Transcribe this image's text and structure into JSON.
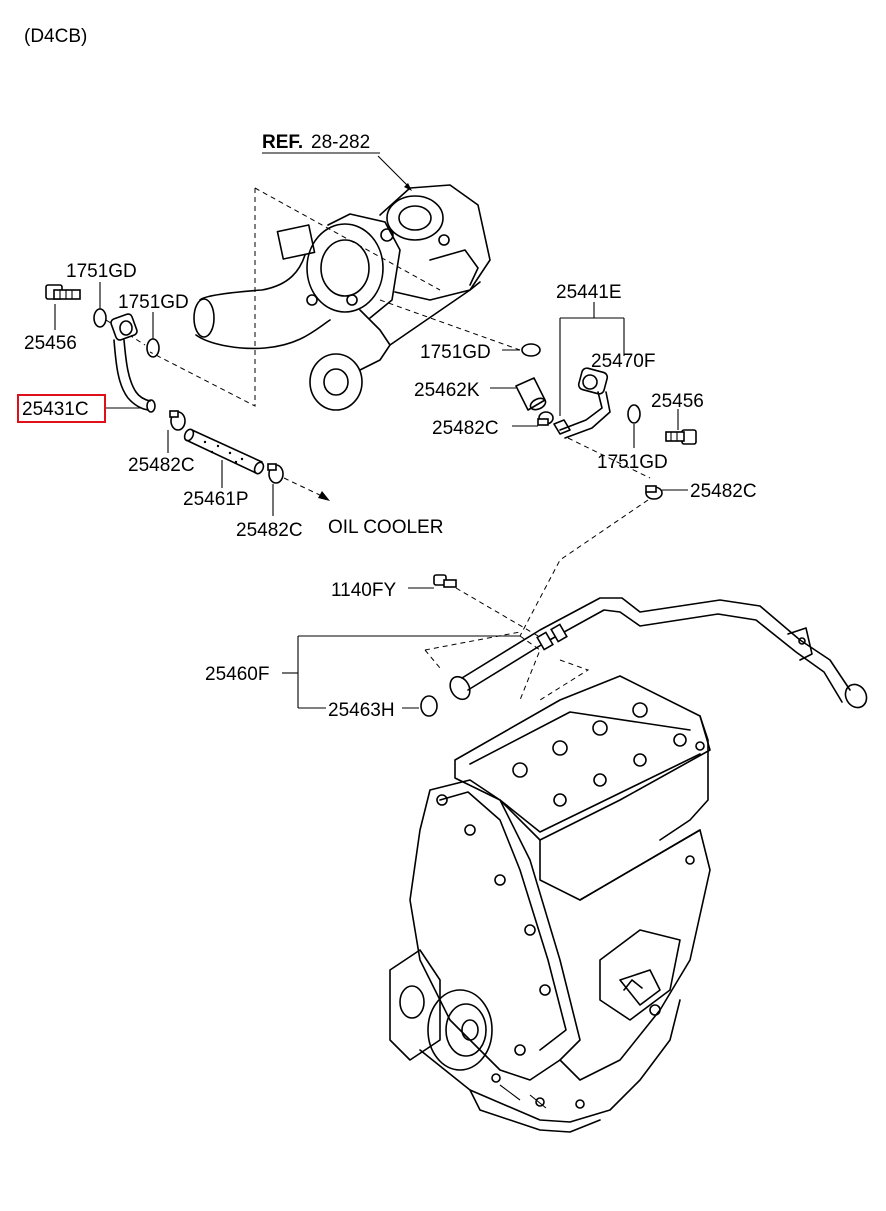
{
  "engine_code": "(D4CB)",
  "reference": {
    "prefix": "REF.",
    "number": "28-282"
  },
  "callouts": {
    "bolt_left": "25456",
    "gasket_left": "1751GD",
    "gasket_mid": "1751GD",
    "oil_feed_pipe": "25431C",
    "clamp_left": "25482C",
    "hose_oil_cooler": "25461P",
    "clamp_lower": "25482C",
    "oil_cooler": "OIL COOLER",
    "gasket_turbo": "1751GD",
    "pipe_assy_right": "25441E",
    "fitting_right": "25470F",
    "hose_right": "25462K",
    "clamp_right": "25482C",
    "bolt_right": "25456",
    "gasket_right": "1751GD",
    "clamp_far_right": "25482C",
    "bolt_bracket": "1140FY",
    "return_pipe_assy": "25460F",
    "oring": "25463H"
  },
  "highlight": {
    "part": "25431C",
    "color": "#e0101a"
  }
}
